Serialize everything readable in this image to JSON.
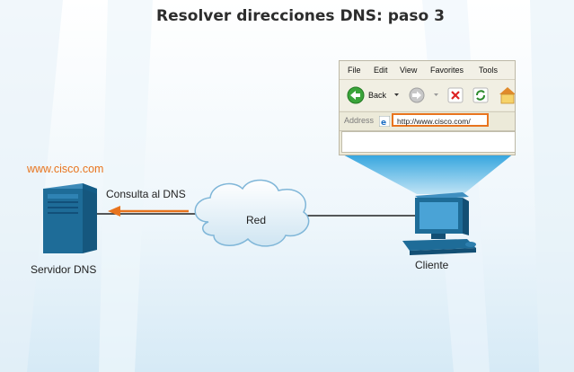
{
  "title": "Resolver direcciones DNS: paso 3",
  "labels": {
    "url": "www.cisco.com",
    "query": "Consulta al DNS",
    "network": "Red",
    "server": "Servidor DNS",
    "client": "Cliente"
  },
  "browser": {
    "menu": [
      "File",
      "Edit",
      "View",
      "Favorites",
      "Tools"
    ],
    "back_label": "Back",
    "address_label": "Address",
    "address_value": "http://www.cisco.com/"
  },
  "colors": {
    "accent": "#e8741e",
    "device_blue": "#1e6c98",
    "beam": "#4fb2e3"
  }
}
